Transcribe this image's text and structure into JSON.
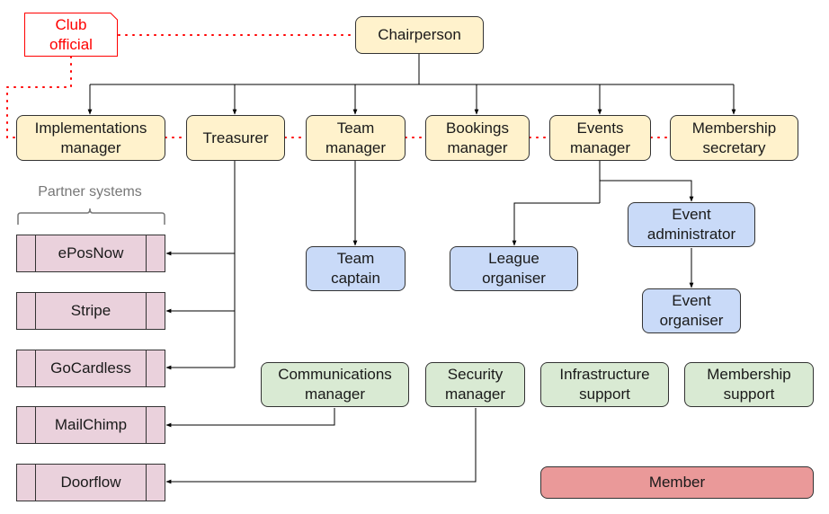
{
  "title": "Club organisation structure",
  "club_official": {
    "label": "Club\nofficial",
    "color": "#ff0000"
  },
  "colors": {
    "main_role": "#fff2cc",
    "sub_role": "#c9daf8",
    "support_role": "#d9ead3",
    "member": "#ea9999",
    "partner": "#ead1dc",
    "official_link": "#ff0000"
  },
  "chair": {
    "label": "Chairperson"
  },
  "officials": [
    {
      "id": "implementations",
      "label": "Implementations\nmanager"
    },
    {
      "id": "treasurer",
      "label": "Treasurer"
    },
    {
      "id": "team",
      "label": "Team\nmanager"
    },
    {
      "id": "bookings",
      "label": "Bookings\nmanager"
    },
    {
      "id": "events",
      "label": "Events\nmanager"
    },
    {
      "id": "membership",
      "label": "Membership\nsecretary"
    }
  ],
  "sub_roles": [
    {
      "id": "team-captain",
      "label": "Team\ncaptain",
      "reports_to": "team"
    },
    {
      "id": "league-organiser",
      "label": "League\norganiser",
      "reports_to": "events"
    },
    {
      "id": "event-administrator",
      "label": "Event\nadministrator",
      "reports_to": "events"
    },
    {
      "id": "event-organiser",
      "label": "Event\norganiser",
      "reports_to": "event-administrator"
    }
  ],
  "support_roles": [
    {
      "id": "communications",
      "label": "Communications\nmanager"
    },
    {
      "id": "security",
      "label": "Security\nmanager"
    },
    {
      "id": "infrastructure",
      "label": "Infrastructure\nsupport"
    },
    {
      "id": "membership-support",
      "label": "Membership\nsupport"
    }
  ],
  "member": {
    "label": "Member"
  },
  "partner_systems": {
    "label": "Partner systems",
    "items": [
      {
        "id": "eposnow",
        "label": "ePosNow",
        "managed_by": "treasurer"
      },
      {
        "id": "stripe",
        "label": "Stripe",
        "managed_by": "treasurer"
      },
      {
        "id": "gocardless",
        "label": "GoCardless",
        "managed_by": "treasurer"
      },
      {
        "id": "mailchimp",
        "label": "MailChimp",
        "managed_by": "communications"
      },
      {
        "id": "doorflow",
        "label": "Doorflow",
        "managed_by": "security"
      }
    ]
  }
}
